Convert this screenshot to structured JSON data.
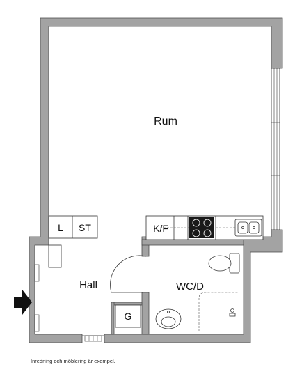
{
  "rooms": {
    "rum": "Rum",
    "hall": "Hall",
    "wc": "WC/D",
    "kitchen": "K/F"
  },
  "storage": {
    "linen": "L",
    "storage": "ST",
    "wardrobe": "G"
  },
  "caption": "Inredning och möblering är exempel.",
  "colors": {
    "wall": "#a3a3a3",
    "wall_outline": "#4a4a4a",
    "line": "#333333",
    "stove": "#1a1a1a"
  },
  "icons": {
    "entrance": "entrance-arrow-icon",
    "stove": "stove-icon",
    "sink": "sink-icon",
    "toilet": "toilet-icon",
    "washbasin": "washbasin-icon",
    "door": "door-swing-icon"
  }
}
